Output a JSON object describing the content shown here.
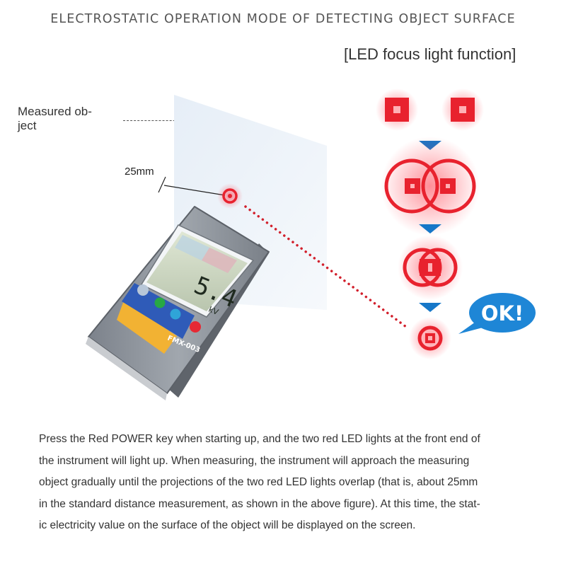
{
  "header": {
    "title": "ELECTROSTATIC OPERATION MODE OF DETECTING OBJECT SURFACE",
    "subtitle": "[LED focus light function]"
  },
  "labels": {
    "measured_object_line1": "Measured ob-",
    "measured_object_line2": "ject",
    "distance": "25mm"
  },
  "device": {
    "reading": "5.4",
    "unit": "kV",
    "model": "FMX-003"
  },
  "callout": {
    "text": "OK!"
  },
  "description": [
    "Press the Red POWER key when starting up, and the two red LED lights at the front end of",
    "the instrument will light up. When measuring, the instrument will approach the measuring",
    "object gradually until the projections of the two red LED lights overlap (that is, about 25mm",
    "in the standard distance measurement, as shown in the above figure). At this time, the stat-",
    "ic electricity value on the surface of the object will be displayed on the screen."
  ],
  "colors": {
    "led_red": "#e8222e",
    "arrow_blue": "#1677c8",
    "callout_blue": "#1e86d6",
    "device_gray": "#8a9098",
    "panel_blue": "#2f5bb8",
    "panel_yellow": "#f2b233"
  },
  "icons": [
    "down-arrow-icon",
    "speech-bubble-icon"
  ]
}
